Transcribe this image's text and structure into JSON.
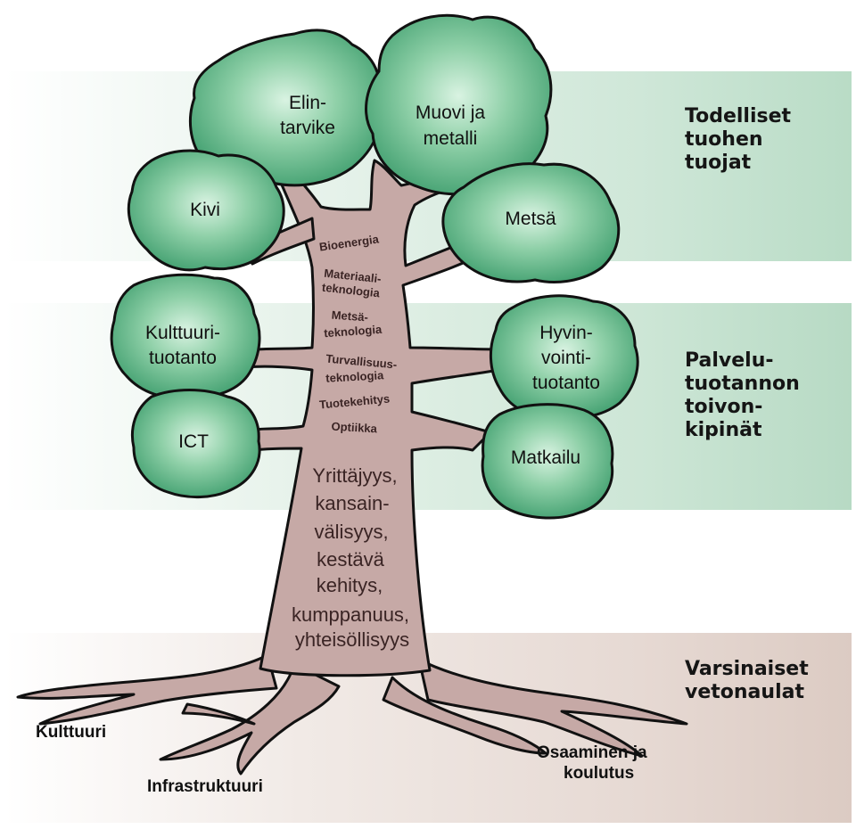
{
  "bands": {
    "top_label": "Todelliset\ntuohen\ntuojat",
    "mid_label": "Palvelu-\ntuotannon\ntoivon-\nkipinät",
    "bottom_label": "Varsinaiset\nvetonaulat",
    "top_color": "#b9dcc6",
    "mid_color": "#b7dac4",
    "bottom_color": "#dccbc3"
  },
  "crowns": {
    "elintarvike": [
      "Elin-",
      "tarvike"
    ],
    "muovi": [
      "Muovi ja",
      "metalli"
    ],
    "kivi": [
      "Kivi"
    ],
    "metsa": [
      "Metsä"
    ],
    "kulttuuri": [
      "Kulttuuri-",
      "tuotanto"
    ],
    "hyvinvointi": [
      "Hyvin-",
      "vointi-",
      "tuotanto"
    ],
    "ict": [
      "ICT"
    ],
    "matkailu": [
      "Matkailu"
    ]
  },
  "trunk_labels": {
    "bioenergia": [
      "Bioenergia"
    ],
    "materiaali": [
      "Materiaali-",
      "teknologia"
    ],
    "metsa_tek": [
      "Metsä-",
      "teknologia"
    ],
    "turvallisuus": [
      "Turvallisuus-",
      "teknologia"
    ],
    "tuotekehitys": [
      "Tuotekehitys"
    ],
    "optiikka": [
      "Optiikka"
    ]
  },
  "trunk_main": [
    "Yrittäjyys,",
    "kansain-",
    "välisyys,",
    "kestävä",
    "kehitys,",
    "kumppanuus,",
    "yhteisöllisyys"
  ],
  "roots": {
    "kulttuuri": "Kulttuuri",
    "infrastruktuuri": "Infrastruktuuri",
    "osaaminen": [
      "Osaaminen ja",
      "koulutus"
    ]
  },
  "colors": {
    "foliage": "#3f9e6e",
    "foliage_light": "#b9e6cb",
    "bark": "#c6a9a6",
    "outline": "#111111"
  }
}
